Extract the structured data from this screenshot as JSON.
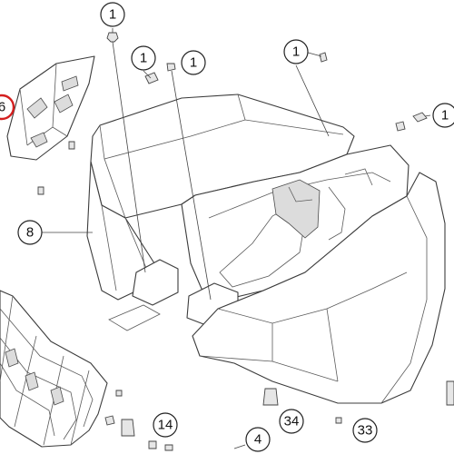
{
  "callouts": [
    {
      "id": "c1a",
      "label": "1"
    },
    {
      "id": "c1b",
      "label": "1"
    },
    {
      "id": "c1c",
      "label": "1"
    },
    {
      "id": "c1d",
      "label": "1"
    },
    {
      "id": "c1e",
      "label": "1"
    },
    {
      "id": "c6",
      "label": "6",
      "highlight_color": "#d42020"
    },
    {
      "id": "c8",
      "label": "8"
    },
    {
      "id": "c14",
      "label": "14"
    },
    {
      "id": "c4",
      "label": "4"
    },
    {
      "id": "c34",
      "label": "34"
    },
    {
      "id": "c33",
      "label": "33"
    }
  ]
}
